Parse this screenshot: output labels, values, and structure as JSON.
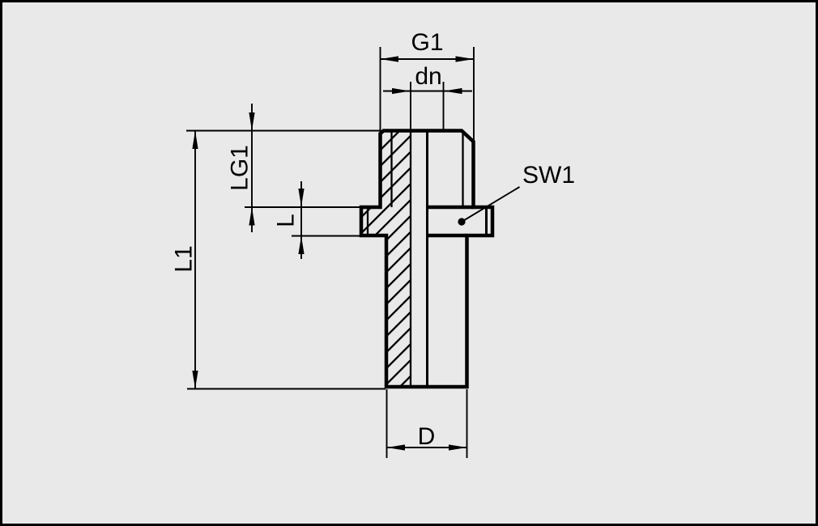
{
  "drawing": {
    "type": "technical-dimension-drawing",
    "subject": "threaded-fitting-half-section",
    "colors": {
      "background": "#e9e9e9",
      "line": "#000000"
    },
    "dimension_labels": {
      "g1": "G1",
      "dn": "dn",
      "lg1": "LG1",
      "l": "L",
      "l1": "L1",
      "sw1": "SW1",
      "d": "D"
    }
  }
}
